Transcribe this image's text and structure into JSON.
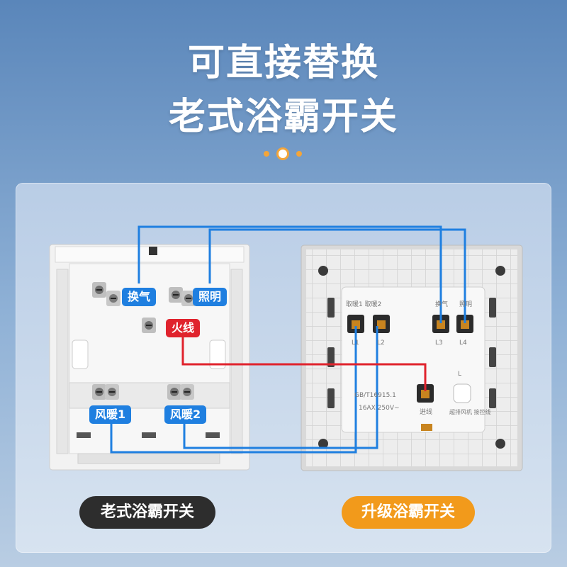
{
  "headline": {
    "line1": "可直接替换",
    "line2": "老式浴霸开关"
  },
  "old_switch": {
    "labels": {
      "ventilation": "换气",
      "lighting": "照明",
      "live_wire": "火线",
      "heater1": "风暖1",
      "heater2": "风暖2"
    },
    "caption": "老式浴霸开关"
  },
  "new_switch": {
    "markings": {
      "top_left": "取暖1  取暖2",
      "top_right_1": "换气",
      "top_right_2": "照明",
      "l1": "L1",
      "l2": "L2",
      "l3": "L3",
      "l4": "L4",
      "l_small": "L",
      "standard": "GB/T16915.1",
      "rating": "16AX 250V~",
      "in": "进线",
      "note": "超排风机 接控线"
    },
    "caption": "升级浴霸开关"
  },
  "colors": {
    "blue_wire": "#1f7fe0",
    "red_wire": "#e0232d",
    "accent": "#f29a1b",
    "dark_pill": "#2d2d2d"
  }
}
